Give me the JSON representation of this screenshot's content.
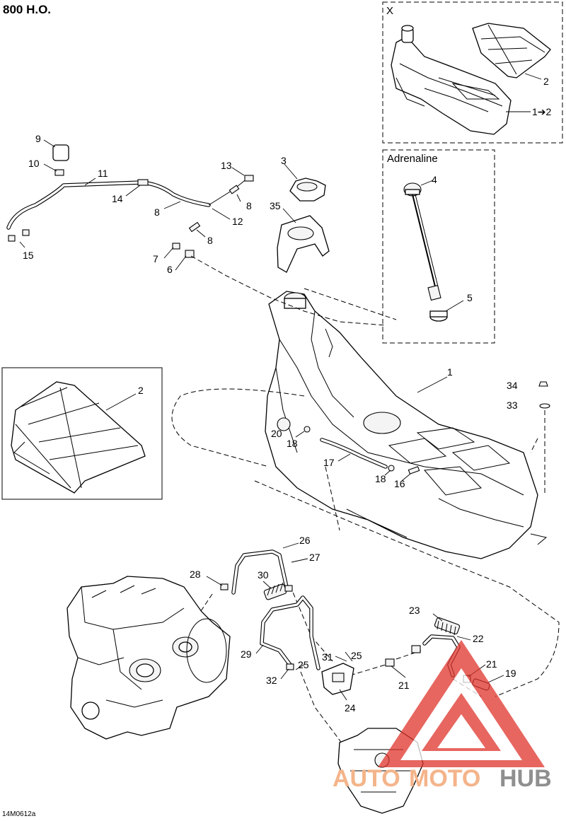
{
  "header": {
    "title": "800 H.O."
  },
  "footer": {
    "diagram_code": "14M0612a"
  },
  "boxes": {
    "x_box_label": "X",
    "adrenaline_label": "Adrenaline"
  },
  "callouts": {
    "c1": "1",
    "c1to2": "1➔2",
    "c2a": "2",
    "c2b": "2",
    "c3": "3",
    "c4": "4",
    "c5": "5",
    "c6": "6",
    "c7": "7",
    "c8a": "8",
    "c8b": "8",
    "c8c": "8",
    "c9": "9",
    "c10": "10",
    "c11": "11",
    "c12": "12",
    "c13": "13",
    "c14": "14",
    "c15": "15",
    "c16": "16",
    "c17": "17",
    "c18a": "18",
    "c18b": "18",
    "c19": "19",
    "c20": "20",
    "c21a": "21",
    "c21b": "21",
    "c22": "22",
    "c23": "23",
    "c24": "24",
    "c25a": "25",
    "c25b": "25",
    "c26": "26",
    "c27": "27",
    "c28": "28",
    "c29": "29",
    "c30": "30",
    "c31": "31",
    "c32": "32",
    "c33": "33",
    "c34": "34",
    "c35": "35"
  },
  "watermark": {
    "brand_left": "AUTO",
    "brand_mid": "MOTO",
    "brand_right": "HUB"
  },
  "colors": {
    "watermark_red": "#e0342c",
    "watermark_orange": "#f4b48a",
    "watermark_gray": "#8f8f8f"
  }
}
